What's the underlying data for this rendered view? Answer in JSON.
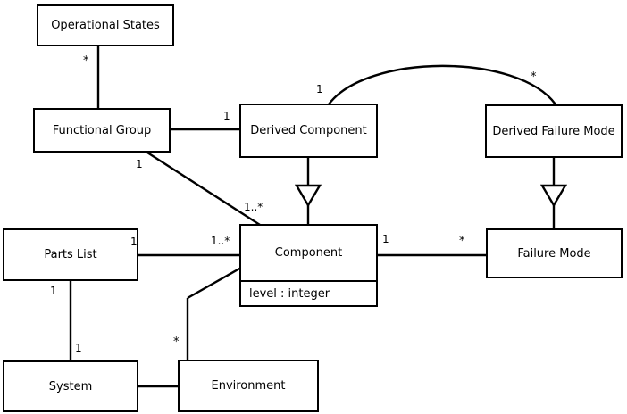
{
  "diagram": {
    "title": "UML Class Diagram",
    "type": "uml-class-diagram",
    "background": "#ffffff",
    "line_color": "#000000"
  },
  "classes": [
    {
      "id": "operational-states",
      "name": "Operational States",
      "attribute": ""
    },
    {
      "id": "functional-group",
      "name": "Functional Group",
      "attribute": ""
    },
    {
      "id": "derived-component",
      "name": "Derived Component",
      "attribute": ""
    },
    {
      "id": "derived-failure-mode",
      "name": "Derived Failure Mode",
      "attribute": ""
    },
    {
      "id": "parts-list",
      "name": "Parts List",
      "attribute": ""
    },
    {
      "id": "component",
      "name": "Component",
      "attribute": "level : integer"
    },
    {
      "id": "failure-mode",
      "name": "Failure Mode",
      "attribute": ""
    },
    {
      "id": "system",
      "name": "System",
      "attribute": ""
    },
    {
      "id": "environment",
      "name": "Environment",
      "attribute": ""
    }
  ],
  "multiplicities": [
    {
      "id": "opstates-fg",
      "text": "*"
    },
    {
      "id": "fg-dc",
      "text": "1"
    },
    {
      "id": "dc-arc",
      "text": "1"
    },
    {
      "id": "dfm-arc",
      "text": "*"
    },
    {
      "id": "fg-comp",
      "text": "1"
    },
    {
      "id": "comp-fg",
      "text": "1..*"
    },
    {
      "id": "pl-comp-left",
      "text": "1"
    },
    {
      "id": "pl-comp-right",
      "text": "1..*"
    },
    {
      "id": "comp-fm",
      "text": "1"
    },
    {
      "id": "fm-comp",
      "text": "*"
    },
    {
      "id": "pl-system-top",
      "text": "1"
    },
    {
      "id": "pl-system-bottom",
      "text": "1"
    },
    {
      "id": "env-comp",
      "text": "*"
    }
  ],
  "relationships": [
    {
      "from": "operational-states",
      "to": "functional-group",
      "kind": "association"
    },
    {
      "from": "functional-group",
      "to": "derived-component",
      "kind": "association"
    },
    {
      "from": "functional-group",
      "to": "component",
      "kind": "association"
    },
    {
      "from": "derived-component",
      "to": "component",
      "kind": "generalization"
    },
    {
      "from": "derived-failure-mode",
      "to": "failure-mode",
      "kind": "generalization"
    },
    {
      "from": "derived-component",
      "to": "derived-failure-mode",
      "kind": "association-arc"
    },
    {
      "from": "parts-list",
      "to": "component",
      "kind": "association"
    },
    {
      "from": "parts-list",
      "to": "system",
      "kind": "association"
    },
    {
      "from": "component",
      "to": "failure-mode",
      "kind": "association"
    },
    {
      "from": "system",
      "to": "environment",
      "kind": "association"
    },
    {
      "from": "environment",
      "to": "component",
      "kind": "association"
    }
  ]
}
